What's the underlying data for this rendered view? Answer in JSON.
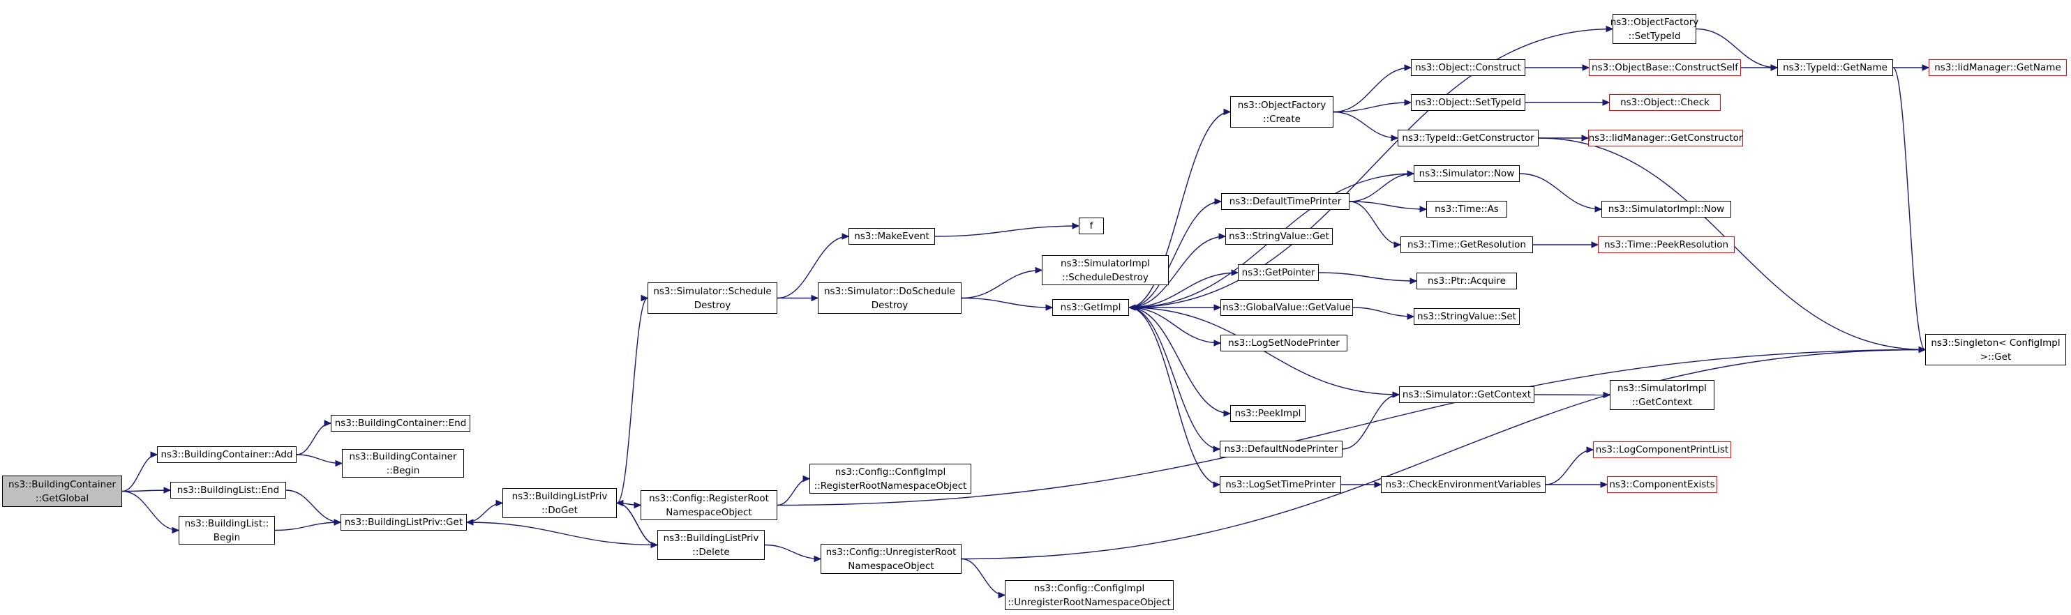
{
  "colors": {
    "edge": "#191970",
    "root_fill": "#bfbfbf",
    "external_border": "#ff0000",
    "node_border": "#000000"
  },
  "nodes": [
    {
      "id": "n0",
      "lines": [
        "ns3::BuildingContainer",
        "::GetGlobal"
      ],
      "kind": "root"
    },
    {
      "id": "n1",
      "lines": [
        "ns3::BuildingContainer::Add"
      ],
      "kind": "normal"
    },
    {
      "id": "n2",
      "lines": [
        "ns3::BuildingList::End"
      ],
      "kind": "normal"
    },
    {
      "id": "n3",
      "lines": [
        "ns3::BuildingList::",
        "Begin"
      ],
      "kind": "normal"
    },
    {
      "id": "n4",
      "lines": [
        "ns3::BuildingContainer::End"
      ],
      "kind": "normal"
    },
    {
      "id": "n5",
      "lines": [
        "ns3::BuildingContainer",
        "::Begin"
      ],
      "kind": "normal"
    },
    {
      "id": "n6",
      "lines": [
        "ns3::BuildingListPriv::Get"
      ],
      "kind": "normal"
    },
    {
      "id": "n7",
      "lines": [
        "ns3::BuildingListPriv",
        "::DoGet"
      ],
      "kind": "normal"
    },
    {
      "id": "n8",
      "lines": [
        "ns3::Simulator::Schedule",
        "Destroy"
      ],
      "kind": "normal"
    },
    {
      "id": "n9",
      "lines": [
        "ns3::Config::RegisterRoot",
        "NamespaceObject"
      ],
      "kind": "normal"
    },
    {
      "id": "n10",
      "lines": [
        "ns3::BuildingListPriv",
        "::Delete"
      ],
      "kind": "normal"
    },
    {
      "id": "n11",
      "lines": [
        "ns3::MakeEvent"
      ],
      "kind": "normal"
    },
    {
      "id": "n12",
      "lines": [
        "ns3::Simulator::DoSchedule",
        "Destroy"
      ],
      "kind": "normal"
    },
    {
      "id": "n13",
      "lines": [
        "ns3::Config::ConfigImpl",
        "::RegisterRootNamespaceObject"
      ],
      "kind": "normal"
    },
    {
      "id": "n14",
      "lines": [
        "ns3::Config::UnregisterRoot",
        "NamespaceObject"
      ],
      "kind": "normal"
    },
    {
      "id": "n15",
      "lines": [
        "ns3::Config::ConfigImpl",
        "::UnregisterRootNamespaceObject"
      ],
      "kind": "normal"
    },
    {
      "id": "n16",
      "lines": [
        "f"
      ],
      "kind": "normal"
    },
    {
      "id": "n17",
      "lines": [
        "ns3::SimulatorImpl",
        "::ScheduleDestroy"
      ],
      "kind": "normal"
    },
    {
      "id": "n18",
      "lines": [
        "ns3::GetImpl"
      ],
      "kind": "normal"
    },
    {
      "id": "n19",
      "lines": [
        "ns3::ObjectFactory",
        "::Create"
      ],
      "kind": "normal"
    },
    {
      "id": "n20",
      "lines": [
        "ns3::DefaultTimePrinter"
      ],
      "kind": "normal"
    },
    {
      "id": "n21",
      "lines": [
        "ns3::StringValue::Get"
      ],
      "kind": "normal"
    },
    {
      "id": "n22",
      "lines": [
        "ns3::GetPointer"
      ],
      "kind": "normal"
    },
    {
      "id": "n23",
      "lines": [
        "ns3::GlobalValue::GetValue"
      ],
      "kind": "normal"
    },
    {
      "id": "n24",
      "lines": [
        "ns3::LogSetNodePrinter"
      ],
      "kind": "normal"
    },
    {
      "id": "n25",
      "lines": [
        "ns3::PeekImpl"
      ],
      "kind": "normal"
    },
    {
      "id": "n26",
      "lines": [
        "ns3::DefaultNodePrinter"
      ],
      "kind": "normal"
    },
    {
      "id": "n27",
      "lines": [
        "ns3::LogSetTimePrinter"
      ],
      "kind": "normal"
    },
    {
      "id": "n28",
      "lines": [
        "ns3::ObjectFactory",
        "::SetTypeId"
      ],
      "kind": "normal"
    },
    {
      "id": "n29",
      "lines": [
        "ns3::Object::Construct"
      ],
      "kind": "normal"
    },
    {
      "id": "n30",
      "lines": [
        "ns3::Object::SetTypeId"
      ],
      "kind": "normal"
    },
    {
      "id": "n31",
      "lines": [
        "ns3::TypeId::GetConstructor"
      ],
      "kind": "normal"
    },
    {
      "id": "n32",
      "lines": [
        "ns3::Simulator::Now"
      ],
      "kind": "normal"
    },
    {
      "id": "n33",
      "lines": [
        "ns3::Time::As"
      ],
      "kind": "normal"
    },
    {
      "id": "n34",
      "lines": [
        "ns3::Time::GetResolution"
      ],
      "kind": "normal"
    },
    {
      "id": "n35",
      "lines": [
        "ns3::Ptr::Acquire"
      ],
      "kind": "normal"
    },
    {
      "id": "n36",
      "lines": [
        "ns3::StringValue::Set"
      ],
      "kind": "normal"
    },
    {
      "id": "n37",
      "lines": [
        "ns3::Simulator::GetContext"
      ],
      "kind": "normal"
    },
    {
      "id": "n38",
      "lines": [
        "ns3::CheckEnvironmentVariables"
      ],
      "kind": "normal"
    },
    {
      "id": "n39",
      "lines": [
        "ns3::ObjectBase::ConstructSelf"
      ],
      "kind": "external"
    },
    {
      "id": "n40",
      "lines": [
        "ns3::Object::Check"
      ],
      "kind": "external"
    },
    {
      "id": "n41",
      "lines": [
        "ns3::IidManager::GetConstructor"
      ],
      "kind": "external"
    },
    {
      "id": "n42",
      "lines": [
        "ns3::SimulatorImpl::Now"
      ],
      "kind": "normal"
    },
    {
      "id": "n43",
      "lines": [
        "ns3::Time::PeekResolution"
      ],
      "kind": "external"
    },
    {
      "id": "n44",
      "lines": [
        "ns3::SimulatorImpl",
        "::GetContext"
      ],
      "kind": "normal"
    },
    {
      "id": "n45",
      "lines": [
        "ns3::LogComponentPrintList"
      ],
      "kind": "external"
    },
    {
      "id": "n46",
      "lines": [
        "ns3::ComponentExists"
      ],
      "kind": "external"
    },
    {
      "id": "n47",
      "lines": [
        "ns3::TypeId::GetName"
      ],
      "kind": "normal"
    },
    {
      "id": "n48",
      "lines": [
        "ns3::Singleton< ConfigImpl",
        " >::Get"
      ],
      "kind": "normal"
    },
    {
      "id": "n49",
      "lines": [
        "ns3::IidManager::GetName"
      ],
      "kind": "external"
    }
  ],
  "edges": [
    [
      "n0",
      "n1"
    ],
    [
      "n0",
      "n2"
    ],
    [
      "n0",
      "n3"
    ],
    [
      "n1",
      "n4"
    ],
    [
      "n1",
      "n5"
    ],
    [
      "n2",
      "n6"
    ],
    [
      "n3",
      "n6"
    ],
    [
      "n6",
      "n7"
    ],
    [
      "n7",
      "n8"
    ],
    [
      "n7",
      "n9"
    ],
    [
      "n7",
      "n10"
    ],
    [
      "n10",
      "n6"
    ],
    [
      "n10",
      "n7"
    ],
    [
      "n10",
      "n14"
    ],
    [
      "n8",
      "n11"
    ],
    [
      "n8",
      "n12"
    ],
    [
      "n11",
      "n16"
    ],
    [
      "n12",
      "n17"
    ],
    [
      "n12",
      "n18"
    ],
    [
      "n9",
      "n13"
    ],
    [
      "n9",
      "n48"
    ],
    [
      "n14",
      "n15"
    ],
    [
      "n14",
      "n48"
    ],
    [
      "n18",
      "n19"
    ],
    [
      "n18",
      "n20"
    ],
    [
      "n18",
      "n21"
    ],
    [
      "n18",
      "n22"
    ],
    [
      "n18",
      "n23"
    ],
    [
      "n18",
      "n24"
    ],
    [
      "n18",
      "n25"
    ],
    [
      "n18",
      "n26"
    ],
    [
      "n18",
      "n27"
    ],
    [
      "n18",
      "n28"
    ],
    [
      "n18",
      "n32"
    ],
    [
      "n19",
      "n29"
    ],
    [
      "n19",
      "n30"
    ],
    [
      "n19",
      "n31"
    ],
    [
      "n20",
      "n32"
    ],
    [
      "n20",
      "n33"
    ],
    [
      "n20",
      "n34"
    ],
    [
      "n22",
      "n35"
    ],
    [
      "n23",
      "n36"
    ],
    [
      "n26",
      "n37"
    ],
    [
      "n27",
      "n38"
    ],
    [
      "n37",
      "n18"
    ],
    [
      "n37",
      "n44"
    ],
    [
      "n38",
      "n45"
    ],
    [
      "n38",
      "n46"
    ],
    [
      "n29",
      "n39"
    ],
    [
      "n30",
      "n40"
    ],
    [
      "n31",
      "n41"
    ],
    [
      "n31",
      "n48"
    ],
    [
      "n32",
      "n42"
    ],
    [
      "n34",
      "n43"
    ],
    [
      "n39",
      "n47"
    ],
    [
      "n28",
      "n47"
    ],
    [
      "n47",
      "n49"
    ],
    [
      "n47",
      "n48"
    ]
  ]
}
